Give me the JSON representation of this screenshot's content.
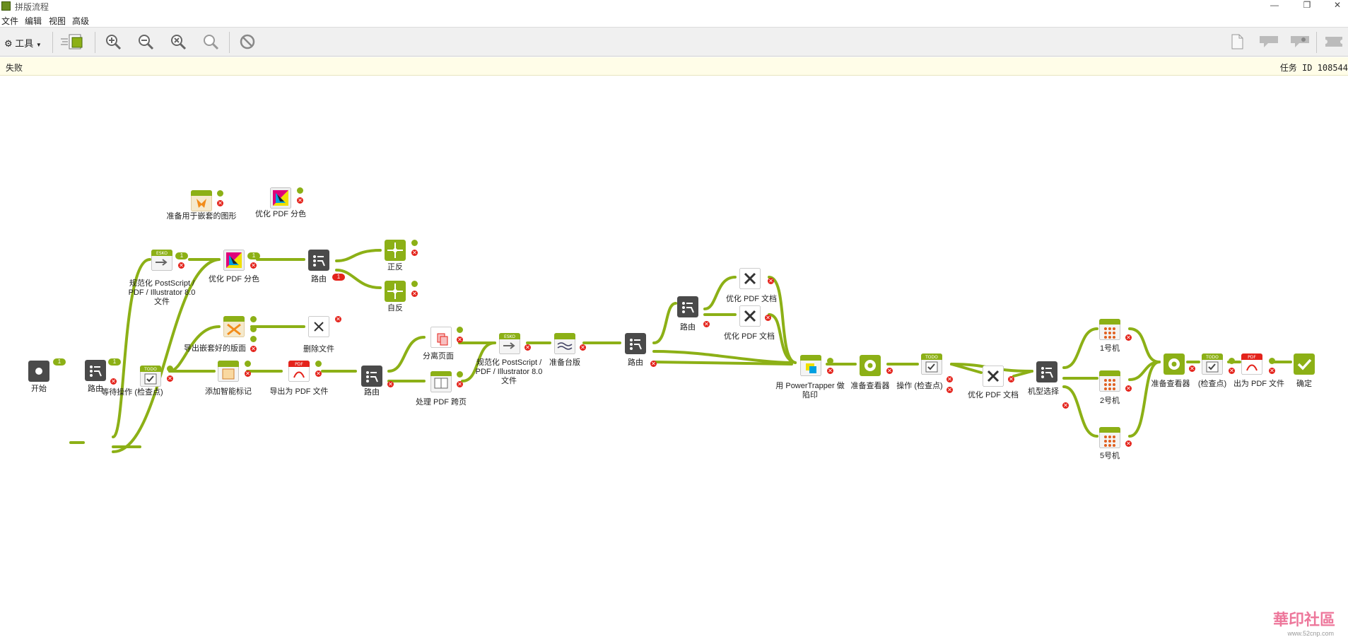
{
  "window": {
    "title": "拼版流程",
    "minimize": "—",
    "restore": "❐",
    "close": "✕"
  },
  "menu": [
    "文件",
    "编辑",
    "视图",
    "高级"
  ],
  "toolbar": {
    "tools_label": "工具"
  },
  "status": {
    "state": "失败",
    "task_id": "任务 ID 108544"
  },
  "colors": {
    "accent": "#8cb016",
    "error": "#e4231b",
    "status_bg": "#fffde8"
  },
  "workflow": {
    "nodes": [
      {
        "id": "start",
        "label": "开始",
        "icon": "start-icon"
      },
      {
        "id": "route1",
        "label": "路由",
        "icon": "route-icon"
      },
      {
        "id": "normalize1",
        "label": "规范化 PostScript / PDF / Illustrator 8.0 文件",
        "icon": "esko-icon"
      },
      {
        "id": "optimize_sep1",
        "label": "优化 PDF 分色",
        "icon": "separation-icon"
      },
      {
        "id": "route2",
        "label": "路由",
        "icon": "route-icon"
      },
      {
        "id": "front_back",
        "label": "正反",
        "icon": "imposition-icon"
      },
      {
        "id": "self_back",
        "label": "自反",
        "icon": "imposition-icon"
      },
      {
        "id": "prep_nest",
        "label": "准备用于嵌套的图形",
        "icon": "icut-icon"
      },
      {
        "id": "optimize_sep2",
        "label": "优化 PDF 分色",
        "icon": "separation-icon"
      },
      {
        "id": "wait1",
        "label": "等待操作 (检查点)",
        "icon": "todo-icon"
      },
      {
        "id": "export_nest",
        "label": "导出嵌套好的版面",
        "icon": "icut-icon"
      },
      {
        "id": "delete_file",
        "label": "删除文件",
        "icon": "delete-icon"
      },
      {
        "id": "add_mark",
        "label": "添加智能标记",
        "icon": "mark-icon"
      },
      {
        "id": "export_pdf1",
        "label": "导出为 PDF 文件",
        "icon": "pdf-icon"
      },
      {
        "id": "route3",
        "label": "路由",
        "icon": "route-icon"
      },
      {
        "id": "split_pages",
        "label": "分离页面",
        "icon": "split-icon"
      },
      {
        "id": "process_spread",
        "label": "处理 PDF 跨页",
        "icon": "spread-icon"
      },
      {
        "id": "normalize2",
        "label": "规范化 PostScript / PDF / Illustrator 8.0 文件",
        "icon": "esko-icon"
      },
      {
        "id": "prep_press",
        "label": "准备台版",
        "icon": "press-icon"
      },
      {
        "id": "route4",
        "label": "路由",
        "icon": "route-icon"
      },
      {
        "id": "route5",
        "label": "路由",
        "icon": "route-icon"
      },
      {
        "id": "optimize_doc1",
        "label": "优化 PDF 文档",
        "icon": "tools-icon"
      },
      {
        "id": "optimize_doc2",
        "label": "优化 PDF 文档",
        "icon": "tools-icon"
      },
      {
        "id": "trap",
        "label": "用 PowerTrapper 做陷印",
        "icon": "trap-icon"
      },
      {
        "id": "viewer1",
        "label": "准备查看器",
        "icon": "viewer-icon"
      },
      {
        "id": "wait2",
        "label": "操作 (检查点)",
        "icon": "todo-icon"
      },
      {
        "id": "optimize_doc3",
        "label": "优化 PDF 文档",
        "icon": "tools-icon"
      },
      {
        "id": "machine_select",
        "label": "机型选择",
        "icon": "route-icon"
      },
      {
        "id": "m1",
        "label": "1号机",
        "icon": "grid-icon"
      },
      {
        "id": "m2",
        "label": "2号机",
        "icon": "grid-icon"
      },
      {
        "id": "m5",
        "label": "5号机",
        "icon": "grid-icon"
      },
      {
        "id": "viewer2",
        "label": "准备查看器",
        "icon": "viewer-icon"
      },
      {
        "id": "wait3",
        "label": "(检查点)",
        "icon": "todo-icon"
      },
      {
        "id": "export_pdf2",
        "label": "出为 PDF 文件",
        "icon": "pdf-icon"
      },
      {
        "id": "confirm",
        "label": "确定",
        "icon": "check-icon"
      }
    ],
    "badges": {
      "one": "1",
      "x": "✕"
    }
  },
  "watermark": {
    "text": "華印社區",
    "url": "www.52cnp.com"
  }
}
